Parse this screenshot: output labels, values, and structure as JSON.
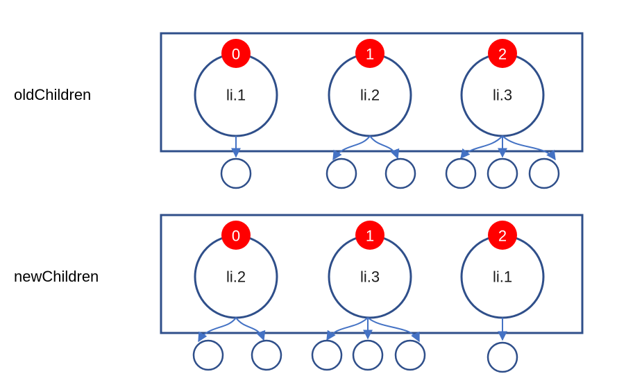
{
  "colors": {
    "box_stroke": "#2F4F8A",
    "node_stroke": "#2F4F8A",
    "arrow": "#4472C4",
    "badge_fill": "#FF0000",
    "badge_text": "#FFFFFF"
  },
  "rows": [
    {
      "label": "oldChildren",
      "nodes": [
        {
          "index": "0",
          "label": "li.1",
          "children": 1
        },
        {
          "index": "1",
          "label": "li.2",
          "children": 2
        },
        {
          "index": "2",
          "label": "li.3",
          "children": 3
        }
      ]
    },
    {
      "label": "newChildren",
      "nodes": [
        {
          "index": "0",
          "label": "li.2",
          "children": 2
        },
        {
          "index": "1",
          "label": "li.3",
          "children": 3
        },
        {
          "index": "2",
          "label": "li.1",
          "children": 1
        }
      ]
    }
  ]
}
